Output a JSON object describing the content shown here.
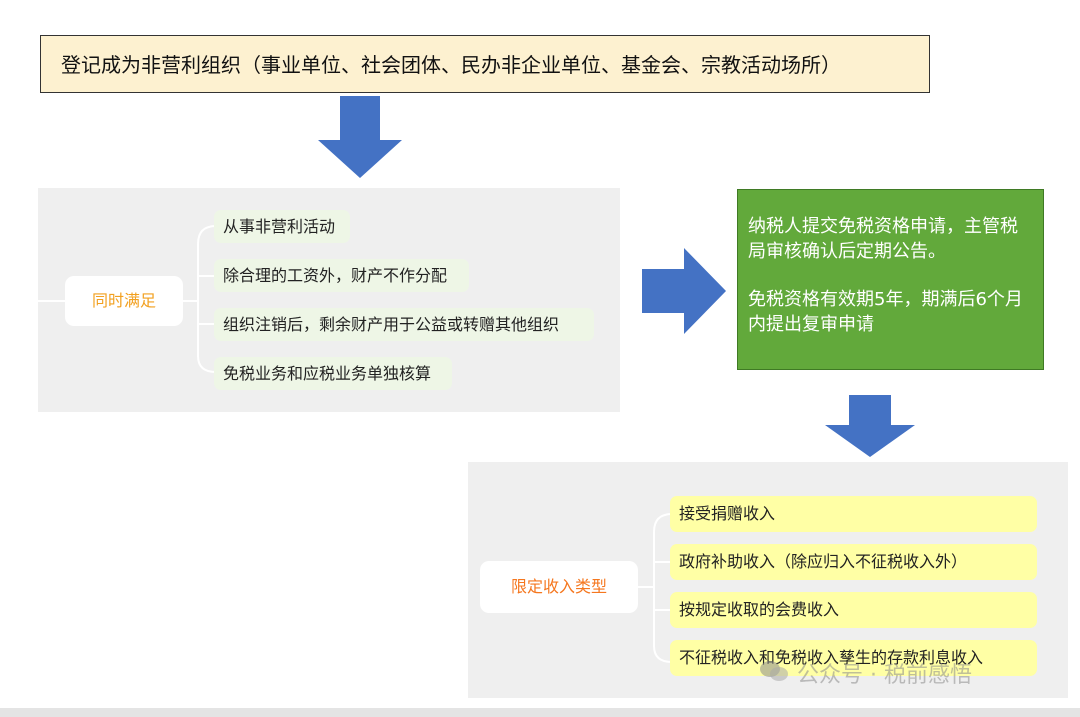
{
  "top_box": {
    "text": "登记成为非营利组织（事业单位、社会团体、民办非企业单位、基金会、宗教活动场所）"
  },
  "conditions": {
    "hub_label": "同时满足",
    "items": [
      {
        "text": "从事非营利活动"
      },
      {
        "text": "除合理的工资外，财产不作分配"
      },
      {
        "text": "组织注销后，剩余财产用于公益或转赠其他组织"
      },
      {
        "text": "免税业务和应税业务单独核算"
      }
    ]
  },
  "procedure": {
    "paragraph_1": "纳税人提交免税资格申请，主管税局审核确认后定期公告。",
    "paragraph_2": "免税资格有效期5年，期满后6个月内提出复审申请"
  },
  "income_types": {
    "hub_label": "限定收入类型",
    "items": [
      {
        "text": "接受捐赠收入"
      },
      {
        "text": "政府补助收入（除应归入不征税收入外）"
      },
      {
        "text": "按规定收取的会费收入"
      },
      {
        "text": "不征税收入和免税收入孳生的存款利息收入"
      }
    ]
  },
  "watermark": {
    "text": "公众号 · 税前感悟",
    "icon": "wechat-icon"
  },
  "colors": {
    "top_box_fill": "#fdf1d0",
    "arrow_fill": "#4472c4",
    "green_box_fill": "#62a93b",
    "panel_fill": "#efefef",
    "hub_1_text": "#f2a01f",
    "hub_2_text": "#f5771f",
    "yellow_item_fill": "#ffffa5",
    "green_item_fill": "#eef6e6"
  }
}
